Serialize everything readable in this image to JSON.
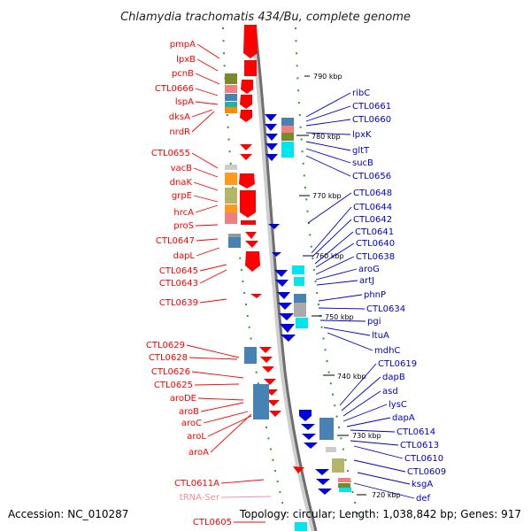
{
  "title": "Chlamydia trachomatis 434/Bu, complete genome",
  "accession": "Accession: NC_010287",
  "topology": "Topology: circular; Length: 1,038,842 bp; Genes: 917",
  "colors": {
    "forward": "#ff0000",
    "reverse": "#0000cc",
    "trna": "#e890a0",
    "backbone": "#808080",
    "dots": "#339933"
  },
  "kbp_marks": [
    "790 kbp",
    "780 kbp",
    "770 kbp",
    "760 kbp",
    "750 kbp",
    "740 kbp",
    "730 kbp",
    "720 kbp"
  ],
  "left_genes": [
    "pmpA",
    "lpxB",
    "pcnB",
    "CTL0666",
    "lspA",
    "dksA",
    "nrdR",
    "CTL0655",
    "vacB",
    "dnaK",
    "grpE",
    "hrcA",
    "proS",
    "CTL0647",
    "dapL",
    "CTL0645",
    "CTL0643",
    "CTL0639",
    "CTL0629",
    "CTL0628",
    "CTL0626",
    "CTL0625",
    "aroDE",
    "aroB",
    "aroC",
    "aroL",
    "aroA",
    "CTL0611A",
    "tRNA-Ser",
    "CTL0605"
  ],
  "right_genes": [
    "ribC",
    "CTL0661",
    "CTL0660",
    "lpxK",
    "gltT",
    "sucB",
    "CTL0656",
    "CTL0648",
    "CTL0644",
    "CTL0642",
    "CTL0641",
    "CTL0640",
    "CTL0638",
    "aroG",
    "artJ",
    "phnP",
    "CTL0634",
    "pgi",
    "ltuA",
    "mdhC",
    "CTL0619",
    "dapB",
    "asd",
    "lysC",
    "dapA",
    "CTL0614",
    "CTL0613",
    "CTL0610",
    "CTL0609",
    "ksgA",
    "def"
  ]
}
